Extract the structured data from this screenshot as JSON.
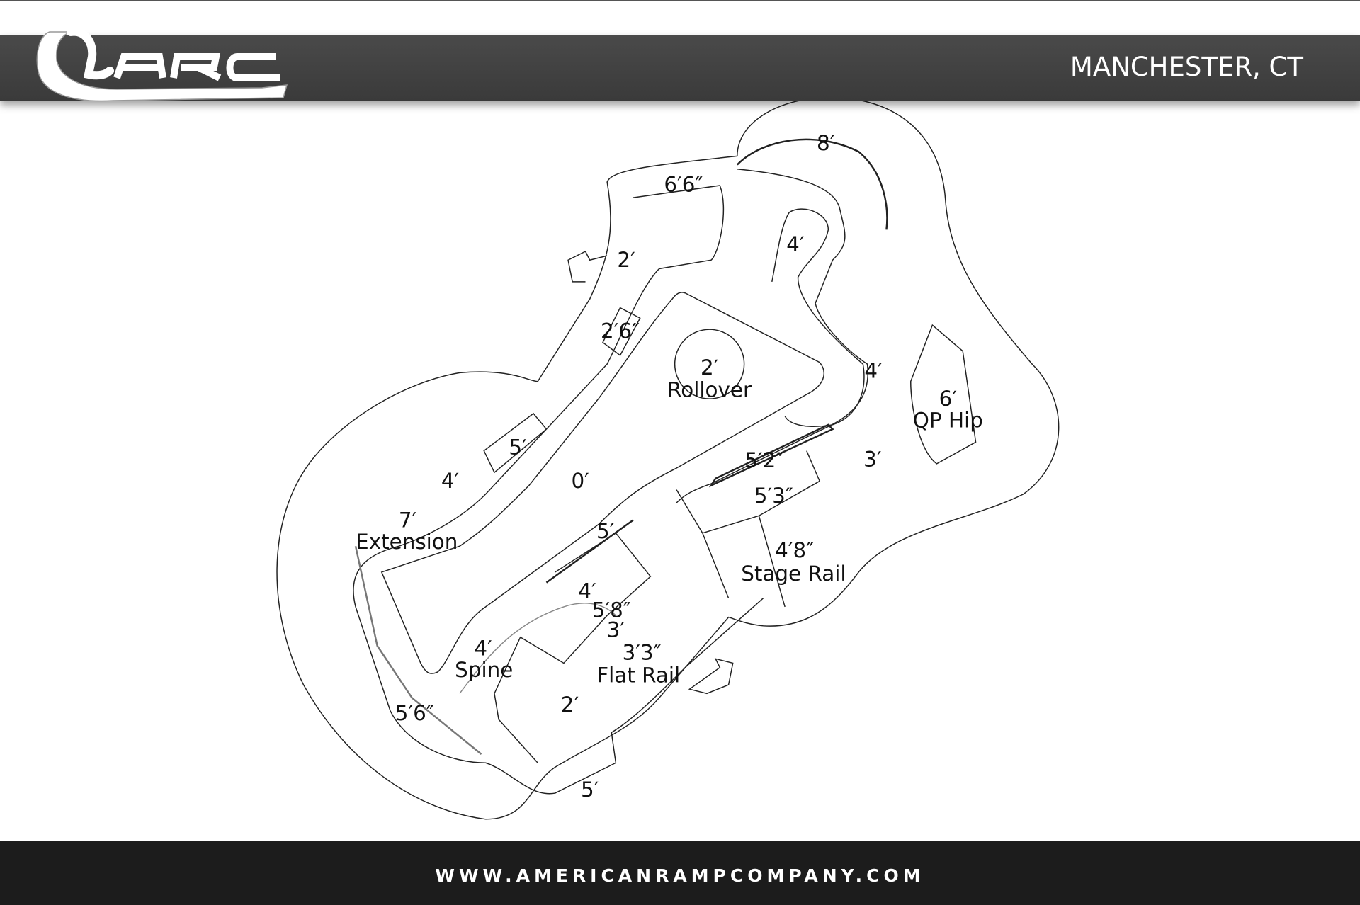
{
  "header": {
    "logo_text": "ARC",
    "title": "MANCHESTER, CT"
  },
  "plan": {
    "labels": {
      "a": "8′",
      "b": "6′6″",
      "c": "2′",
      "d": "4′",
      "e": "2′6″",
      "f1": "2′",
      "f2": "Rollover",
      "g": "4′",
      "h1": "6′",
      "h2": "QP Hip",
      "i": "5′",
      "j": "5′2″",
      "k": "3′",
      "l": "4′",
      "m": "0′",
      "n": "5′3″",
      "o1": "7′",
      "o2": "Extension",
      "p": "5′",
      "q1": "4′8″",
      "q2": "Stage Rail",
      "r": "4′",
      "s": "5′8″",
      "t": "3′",
      "u1": "4′",
      "u2": "Spine",
      "v1": "3′3″",
      "v2": "Flat Rail",
      "w": "2′",
      "x": "5′6″",
      "y": "5′"
    },
    "line_color": "#222222"
  },
  "footer": {
    "website": "WWW.AMERICANRAMPCOMPANY.COM"
  }
}
